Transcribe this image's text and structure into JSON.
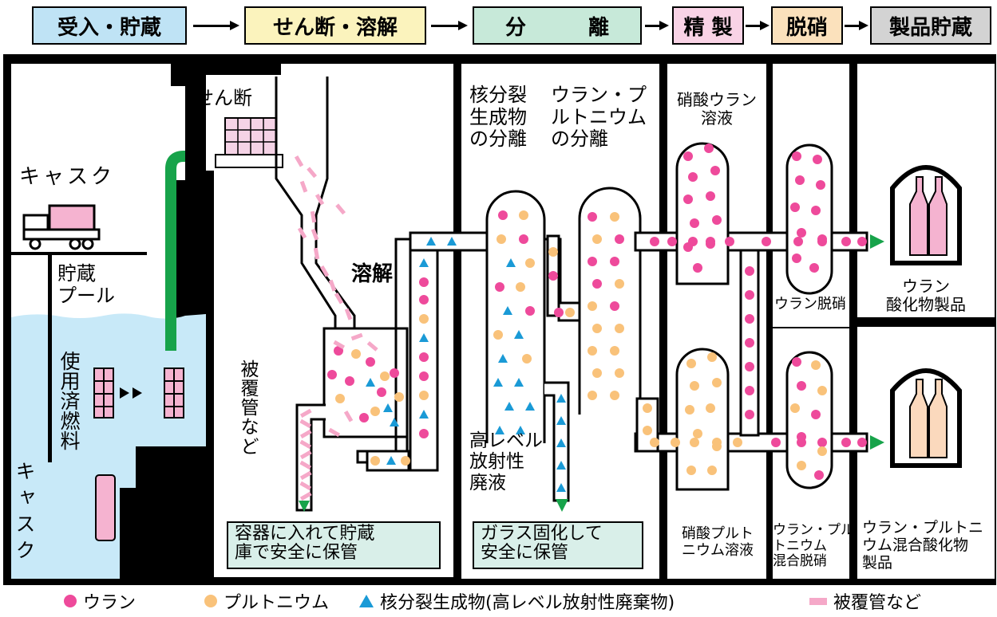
{
  "steps": [
    {
      "label": "受入・貯蔵",
      "color": "#bfe3f5"
    },
    {
      "label": "せん断・溶解",
      "color": "#fbf3bd"
    },
    {
      "label": "分　　　離",
      "color": "#c7e9d9"
    },
    {
      "label": "精 製",
      "color": "#f9d3e6"
    },
    {
      "label": "脱硝",
      "color": "#fbe1bc"
    },
    {
      "label": "製品貯蔵",
      "color": "#d3d3d3"
    }
  ],
  "labels": {
    "shearing": "せん断",
    "cask_top": "キャスク",
    "storage_pool": "貯蔵\nプール",
    "spent_fuel": "使用済燃料",
    "cask_bottom": "キャスク",
    "dissolution": "溶解",
    "cladding": "被\n覆\n管\nなど",
    "fp_separation": "核分裂\n生成物\nの分離",
    "u_pu_separation": "ウラン・プ\nルトニウム\nの分離",
    "uranyl_nitrate": "硝酸ウラン\n溶液",
    "hlw": "高レベル\n放射性\n廃液",
    "u_denitration": "ウラン脱硝",
    "u_product": "ウラン\n酸化物製品",
    "pu_nitrate": "硝酸プルト\nニウム溶液",
    "mix_denitration": "ウラン・プル\nトニウム\n混合脱硝",
    "mox_product": "ウラン・プルトニ\nウム混合酸化物\n製品"
  },
  "notes": {
    "cladding_note": "容器に入れて貯蔵\n庫で安全に保管",
    "hlw_note": "ガラス固化して\n安全に保管"
  },
  "legend": [
    {
      "symbol": "dot",
      "color": "#ee4a9b",
      "label": "ウラン"
    },
    {
      "symbol": "dot",
      "color": "#f9c27a",
      "label": "プルトニウム"
    },
    {
      "symbol": "tri",
      "color": "#1a9ad6",
      "label": "核分裂生成物(高レベル放射性廃棄物)"
    },
    {
      "symbol": "bar",
      "color": "#f5a8c8",
      "label": "被覆管など"
    }
  ],
  "colors": {
    "uranium": "#ee4a9b",
    "plutonium": "#f9c27a",
    "fission": "#1a9ad6",
    "cladding": "#f5a8c8",
    "pool": "#c8e9f8",
    "arrow_green": "#17a34a",
    "u_bottle": "#f5b3d0",
    "mox_bottle": "#fbd9bd"
  }
}
